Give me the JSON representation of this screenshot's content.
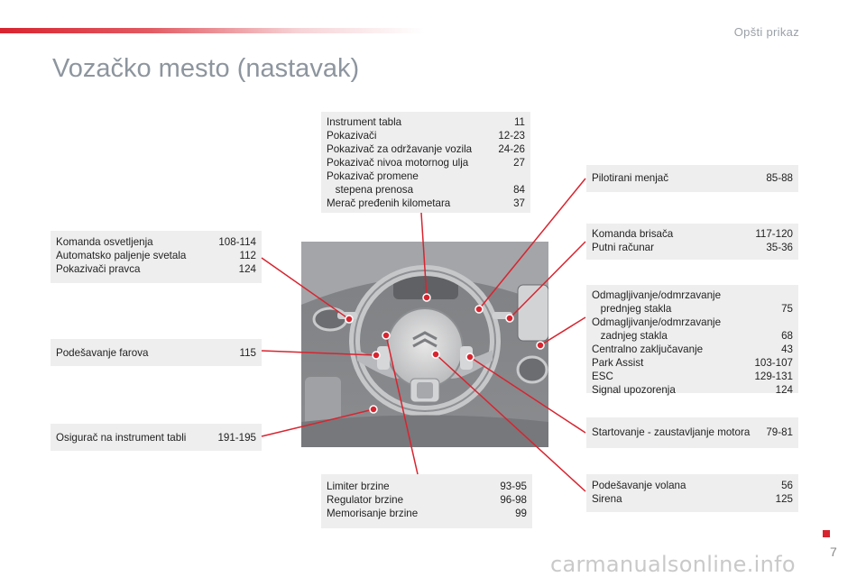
{
  "header": {
    "section": "Opšti prikaz",
    "title": "Vozačko mesto (nastavak)"
  },
  "boxes": {
    "instrument": [
      {
        "label": "Instrument tabla",
        "page": "11"
      },
      {
        "label": "Pokazivači",
        "page": "12-23"
      },
      {
        "label": "Pokazivač za održavanje vozila",
        "page": "24-26"
      },
      {
        "label": "Pokazivač nivoa motornog ulja",
        "page": "27"
      },
      {
        "label": "Pokazivač promene\n   stepena prenosa",
        "page": "84"
      },
      {
        "label": "Merač pređenih kilometara",
        "page": "37"
      }
    ],
    "pilot": [
      {
        "label": "Pilotirani menjač",
        "page": "85-88"
      }
    ],
    "wiper": [
      {
        "label": "Komanda brisača",
        "page": "117-120"
      },
      {
        "label": "Putni računar",
        "page": "35-36"
      }
    ],
    "defog": [
      {
        "label": "Odmagljivanje/odmrzavanje\n   prednjeg stakla",
        "page": "75"
      },
      {
        "label": "Odmagljivanje/odmrzavanje\n   zadnjeg stakla",
        "page": "68"
      },
      {
        "label": "Centralno zaključavanje",
        "page": "43"
      },
      {
        "label": "Park Assist",
        "page": "103-107"
      },
      {
        "label": "ESC",
        "page": "129-131"
      },
      {
        "label": "Signal upozorenja",
        "page": "124"
      }
    ],
    "lighting": [
      {
        "label": "Komanda osvetljenja",
        "page": "108-114"
      },
      {
        "label": "Automatsko paljenje svetala",
        "page": "112"
      },
      {
        "label": "Pokazivači pravca",
        "page": "124"
      }
    ],
    "headlamp": [
      {
        "label": "Podešavanje farova",
        "page": "115"
      }
    ],
    "fuse": [
      {
        "label": "Osigurač na instrument tabli",
        "page": "191-195"
      }
    ],
    "start": [
      {
        "label": "Startovanje - zaustavljanje motora",
        "page": "79-81"
      }
    ],
    "speed": [
      {
        "label": "Limiter brzine",
        "page": "93-95"
      },
      {
        "label": "Regulator brzine",
        "page": "96-98"
      },
      {
        "label": "Memorisanje brzine",
        "page": "99"
      }
    ],
    "wheel": [
      {
        "label": "Podešavanje volana",
        "page": "56"
      },
      {
        "label": "Sirena",
        "page": "125"
      }
    ]
  },
  "footer": {
    "page_number": "7",
    "watermark": "carmanualsonline.info"
  },
  "colors": {
    "accent": "#d8242f",
    "box_bg": "#eeeeef",
    "title": "#8d959e"
  }
}
